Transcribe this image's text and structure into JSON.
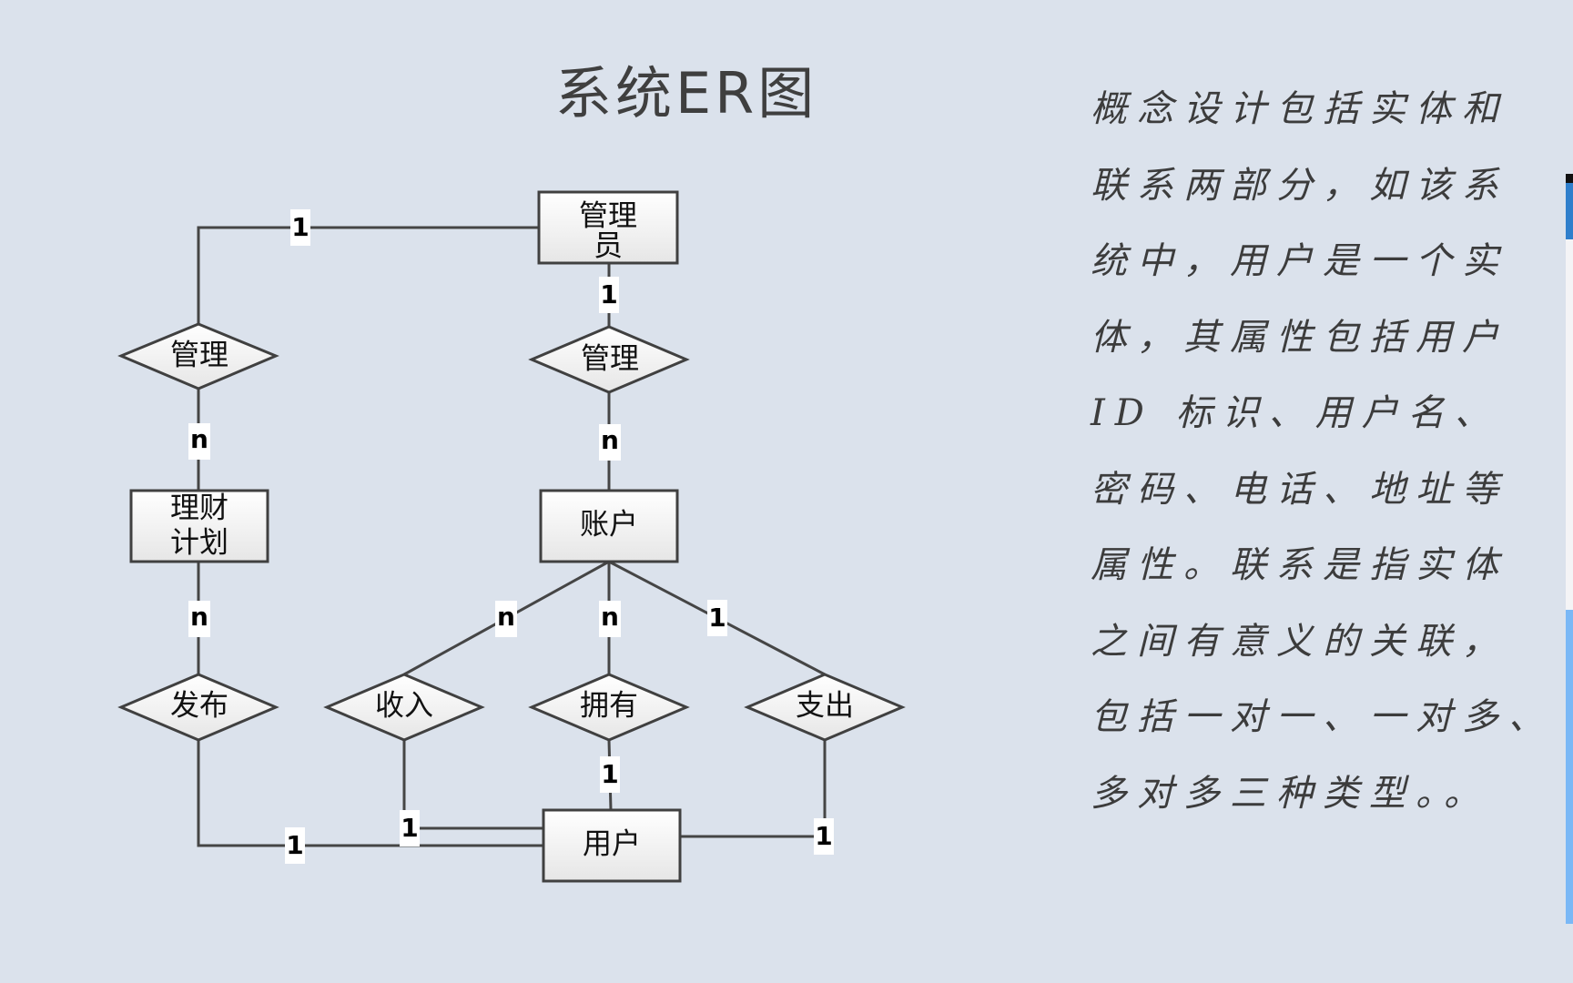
{
  "title": "系统ER图",
  "diagram": {
    "entities": [
      {
        "id": "admin",
        "label": [
          "管理",
          "员"
        ]
      },
      {
        "id": "plan",
        "label": [
          "理财",
          "计划"
        ]
      },
      {
        "id": "account",
        "label": [
          "账户"
        ]
      },
      {
        "id": "user",
        "label": [
          "用户"
        ]
      }
    ],
    "relationships": [
      {
        "id": "manage_plan",
        "label": "管理"
      },
      {
        "id": "manage_account",
        "label": "管理"
      },
      {
        "id": "publish",
        "label": "发布"
      },
      {
        "id": "income",
        "label": "收入"
      },
      {
        "id": "own",
        "label": "拥有"
      },
      {
        "id": "expense",
        "label": "支出"
      }
    ],
    "connections": [
      {
        "from": "admin",
        "to": "manage_plan",
        "cardinality": "1"
      },
      {
        "from": "manage_plan",
        "to": "plan",
        "cardinality": "n"
      },
      {
        "from": "admin",
        "to": "manage_account",
        "cardinality": "1"
      },
      {
        "from": "manage_account",
        "to": "account",
        "cardinality": "n"
      },
      {
        "from": "plan",
        "to": "publish",
        "cardinality": "n"
      },
      {
        "from": "publish",
        "to": "user",
        "cardinality": "1"
      },
      {
        "from": "account",
        "to": "income",
        "cardinality": "n"
      },
      {
        "from": "income",
        "to": "user",
        "cardinality": "1"
      },
      {
        "from": "account",
        "to": "own",
        "cardinality": "n"
      },
      {
        "from": "own",
        "to": "user",
        "cardinality": "1"
      },
      {
        "from": "account",
        "to": "expense",
        "cardinality": "1"
      },
      {
        "from": "expense",
        "to": "user",
        "cardinality": "1"
      }
    ]
  },
  "description": {
    "lines": [
      "概念设计包括实体和",
      "联系两部分，如该系",
      "统中，用户是一个实",
      "体，其属性包括用户",
      "ID 标识、用户名、",
      "密码、电话、地址等",
      "属性。联系是指实体",
      "之间有意义的关联，",
      "包括一对一、一对多、",
      "多对多三种类型。。"
    ]
  }
}
